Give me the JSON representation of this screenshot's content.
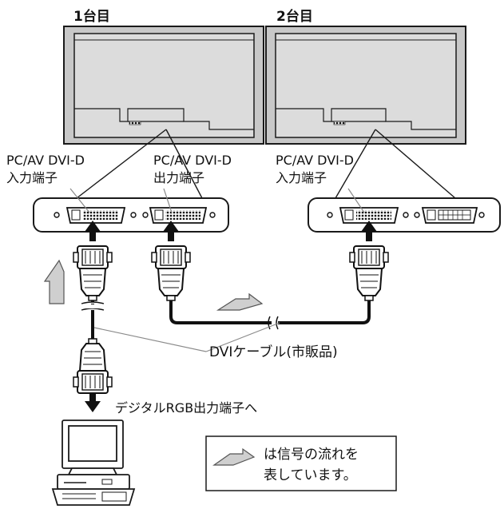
{
  "monitors": [
    {
      "title": "1台目"
    },
    {
      "title": "2台目"
    }
  ],
  "labels": {
    "input_terminal_1": [
      "PC/AV DVI-D",
      "入力端子"
    ],
    "output_terminal_1": [
      "PC/AV DVI-D",
      "出力端子"
    ],
    "input_terminal_2": [
      "PC/AV DVI-D",
      "入力端子"
    ],
    "cable": "DVIケーブル(市販品)",
    "to_pc": "デジタルRGB出力端子へ"
  },
  "legend": {
    "lines": [
      "は信号の流れを",
      "表しています。"
    ]
  },
  "colors": {
    "bezel": "#c8c8c8",
    "screen": "#dcdcdc",
    "outline": "#1a1a1a",
    "flow_arrow": "#cfcfcf",
    "leader_line": "#8a8a8a"
  }
}
